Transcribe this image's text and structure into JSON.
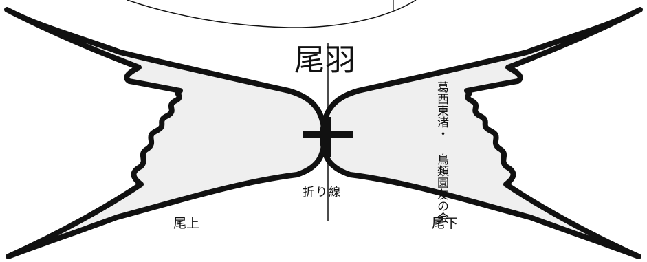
{
  "title": "尾羽",
  "fold_line_label": "折り線",
  "left_feather_label": "尾上",
  "right_feather_label": "尾下",
  "org_line1": "葛西東渚・",
  "org_line2": "鳥類園友の会",
  "colors": {
    "ink": "#111111",
    "fill": "#efefef",
    "background": "#ffffff"
  }
}
